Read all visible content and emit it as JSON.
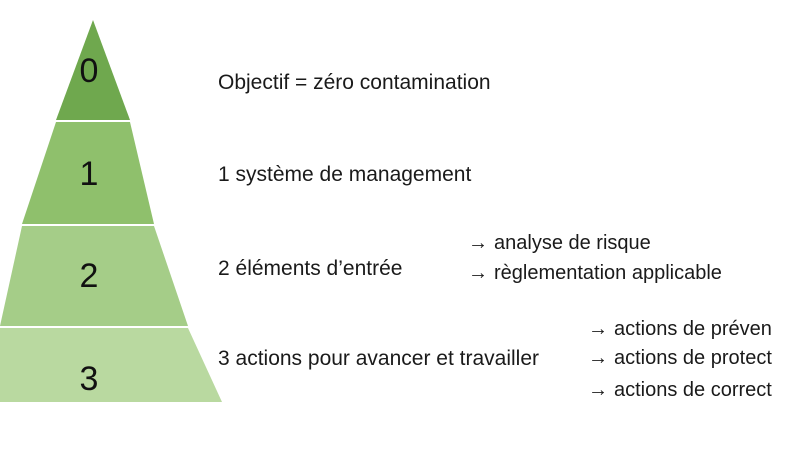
{
  "pyramid": {
    "levels": [
      {
        "number": "0",
        "label": "Objectif = zéro contamination",
        "color": "#6fa84e"
      },
      {
        "number": "1",
        "label": "1 système de management",
        "color": "#8fc06c"
      },
      {
        "number": "2",
        "label": "2 éléments d’entrée",
        "color": "#a5cd88"
      },
      {
        "number": "3",
        "label": "3 actions pour avancer et travailler",
        "color": "#b9d9a0"
      }
    ],
    "arrow_glyph": "→",
    "level2_items": [
      "analyse de risque",
      "règlementation applicable"
    ],
    "level3_items": [
      "actions de préven",
      "actions de protect",
      "actions de correct"
    ]
  }
}
